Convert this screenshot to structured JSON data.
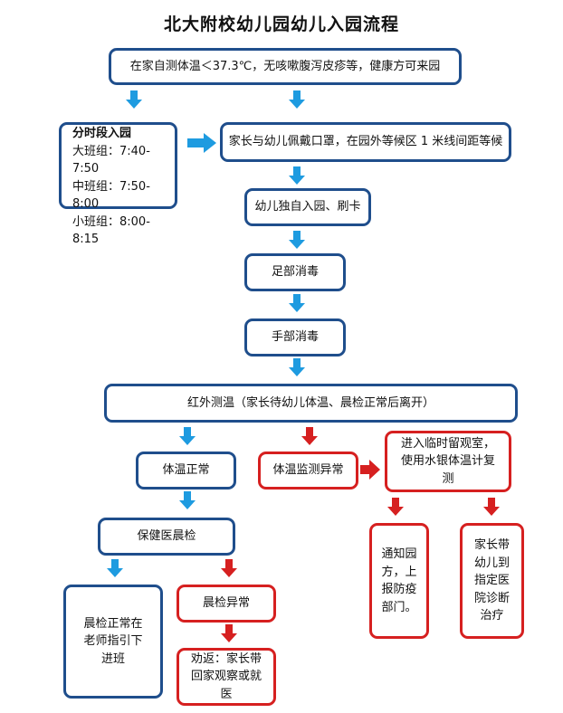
{
  "title": "北大附校幼儿园幼儿入园流程",
  "colors": {
    "blue_border": "#1f4e8c",
    "blue_arrow": "#1e9be0",
    "red": "#d62020"
  },
  "steps": {
    "home_check": "在家自测体温＜37.3℃，无咳嗽腹泻皮疹等，健康方可来园",
    "split_title": "分时段入园",
    "split_lines": [
      "大班组：7:40-7:50",
      "中班组：7:50-8:00",
      "小班组：8:00-8:15"
    ],
    "mask_wait": "家长与幼儿佩戴口罩，在园外等候区 1 米线间距等候",
    "enter_alone": "幼儿独自入园、刷卡",
    "foot_disinfect": "足部消毒",
    "hand_disinfect": "手部消毒",
    "infrared": "红外测温（家长待幼儿体温、晨检正常后离开）",
    "temp_normal": "体温正常",
    "temp_abnormal": "体温监测异常",
    "observation": "进入临时留观室，使用水银体温计复测",
    "health_check": "保健医晨检",
    "check_normal": "晨检正常在老师指引下进班",
    "check_abnormal": "晨检异常",
    "send_home": "劝返：家长带回家观察或就医",
    "notify": "通知园方，上报防疫部门。",
    "to_hospital": "家长带幼儿到指定医院诊断治疗"
  }
}
